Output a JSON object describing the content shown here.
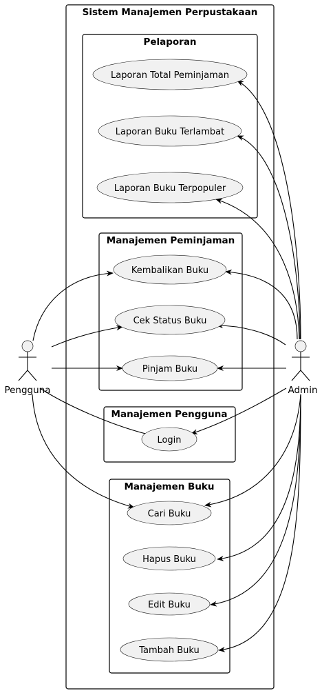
{
  "system": {
    "title": "Sistem Manajemen Perpustakaan"
  },
  "packages": {
    "pelaporan": {
      "title": "Pelaporan"
    },
    "peminjaman": {
      "title": "Manajemen Peminjaman"
    },
    "pengguna": {
      "title": "Manajemen Pengguna"
    },
    "buku": {
      "title": "Manajemen Buku"
    }
  },
  "use_cases": {
    "laporan_total": "Laporan Total Peminjaman",
    "laporan_terlambat": "Laporan Buku Terlambat",
    "laporan_terpopuler": "Laporan Buku Terpopuler",
    "kembalikan": "Kembalikan Buku",
    "cek_status": "Cek Status Buku",
    "pinjam": "Pinjam Buku",
    "login": "Login",
    "cari": "Cari Buku",
    "hapus": "Hapus Buku",
    "edit": "Edit Buku",
    "tambah": "Tambah Buku"
  },
  "actors": {
    "pengguna": "Pengguna",
    "admin": "Admin"
  },
  "colors": {
    "use_case_fill": "#f1f1f1",
    "stroke": "#181818",
    "line": "#000000",
    "background": "#ffffff"
  }
}
